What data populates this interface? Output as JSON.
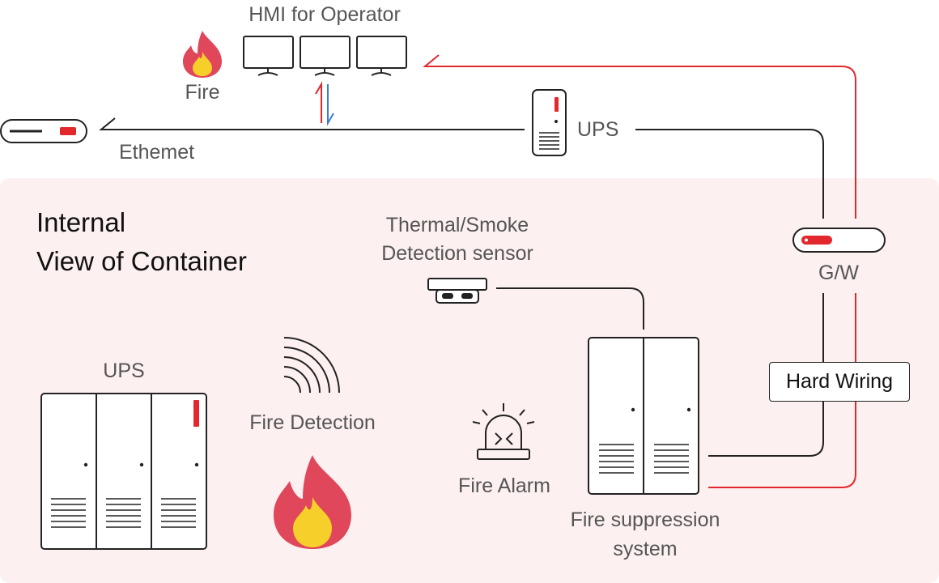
{
  "title": {
    "line1": "Internal",
    "line2": "View of Container"
  },
  "labels": {
    "hmi": "HMI for Operator",
    "fire_top": "Fire",
    "ethernet": "Ethemet",
    "ups_top": "UPS",
    "gw": "G/W",
    "sensor_line1": "Thermal/Smoke",
    "sensor_line2": "Detection sensor",
    "ups_container": "UPS",
    "fire_detection": "Fire Detection",
    "fire_alarm": "Fire Alarm",
    "suppression_line1": "Fire suppression",
    "suppression_line2": "system",
    "hard_wiring": "Hard Wiring"
  },
  "colors": {
    "container_bg": "#fdf0f0",
    "wire_dark": "#222222",
    "wire_red": "#e3282d",
    "arrow_blue": "#3a7bd5",
    "flame_outer": "#e0475a",
    "flame_inner": "#f7cf2b"
  },
  "icons": [
    "fire-icon",
    "monitor-icon",
    "exchange-arrows-icon",
    "router-icon",
    "ups-icon",
    "gateway-icon",
    "sensor-icon",
    "signal-waves-icon",
    "alarm-siren-icon",
    "cabinet-icon"
  ]
}
